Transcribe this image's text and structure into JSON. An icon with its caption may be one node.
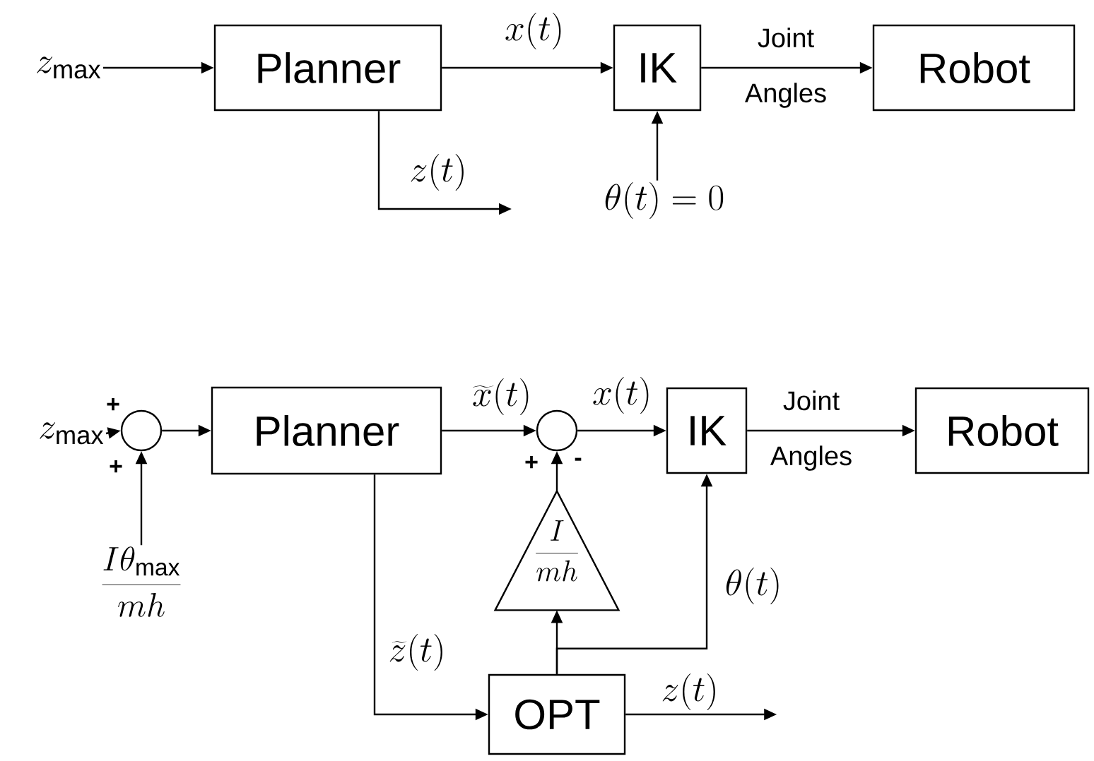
{
  "diagram": {
    "nodes": [
      {
        "text": [
          "z_{\\max}"
        ]
      },
      {
        "text": [
          "Planner"
        ]
      },
      {
        "text": [
          "IK"
        ]
      },
      {
        "text": [
          "Robot"
        ]
      },
      {
        "text": [
          "\\theta(t)=0"
        ]
      },
      {
        "text": [
          "z_{\\max}"
        ]
      },
      {
        "text": [],
        "shape": "circle",
        "beside": [
          "+",
          "+"
        ]
      },
      {
        "text": [
          "\\frac{I\\theta_{\\max}}{mh}"
        ]
      },
      {
        "text": [
          "Planner"
        ]
      },
      {
        "text": [],
        "shape": "circle",
        "beside": [
          "+",
          "-"
        ]
      },
      {
        "text": [
          "IK"
        ]
      },
      {
        "text": [
          "Robot"
        ]
      },
      {
        "text": [
          "\\frac{I}{mh}"
        ]
      },
      {
        "text": [
          "OPT"
        ]
      }
    ],
    "edges": [
      {
        "from": 0,
        "to": 1,
        "arrow": "to"
      },
      {
        "from": 1,
        "to": 2,
        "arrow": "to",
        "label": "x(t)"
      },
      {
        "from": 2,
        "to": 3,
        "arrow": "to",
        "label": "Joint Angles"
      },
      {
        "from": 1,
        "to": null,
        "arrow": "to",
        "label": "z(t)"
      },
      {
        "from": 4,
        "to": 2,
        "arrow": "to"
      },
      {
        "from": 5,
        "to": 6,
        "arrow": "to"
      },
      {
        "from": 7,
        "to": 6,
        "arrow": "to"
      },
      {
        "from": 6,
        "to": 8,
        "arrow": "to"
      },
      {
        "from": 8,
        "to": 9,
        "arrow": "to",
        "label": "\\widetilde{x}(t)"
      },
      {
        "from": 9,
        "to": 10,
        "arrow": "to",
        "label": "x(t)"
      },
      {
        "from": 10,
        "to": 11,
        "arrow": "to",
        "label": "Joint Angles"
      },
      {
        "from": 12,
        "to": 9,
        "arrow": "to"
      },
      {
        "from": 8,
        "to": 13,
        "arrow": "to",
        "label": "\\widetilde{z}(t)"
      },
      {
        "from": 13,
        "to": 12,
        "arrow": "to"
      },
      {
        "from": 13,
        "to": 10,
        "arrow": "to",
        "label": "\\theta(t)"
      },
      {
        "from": 13,
        "to": null,
        "arrow": "to",
        "label": "z(t)"
      }
    ]
  }
}
